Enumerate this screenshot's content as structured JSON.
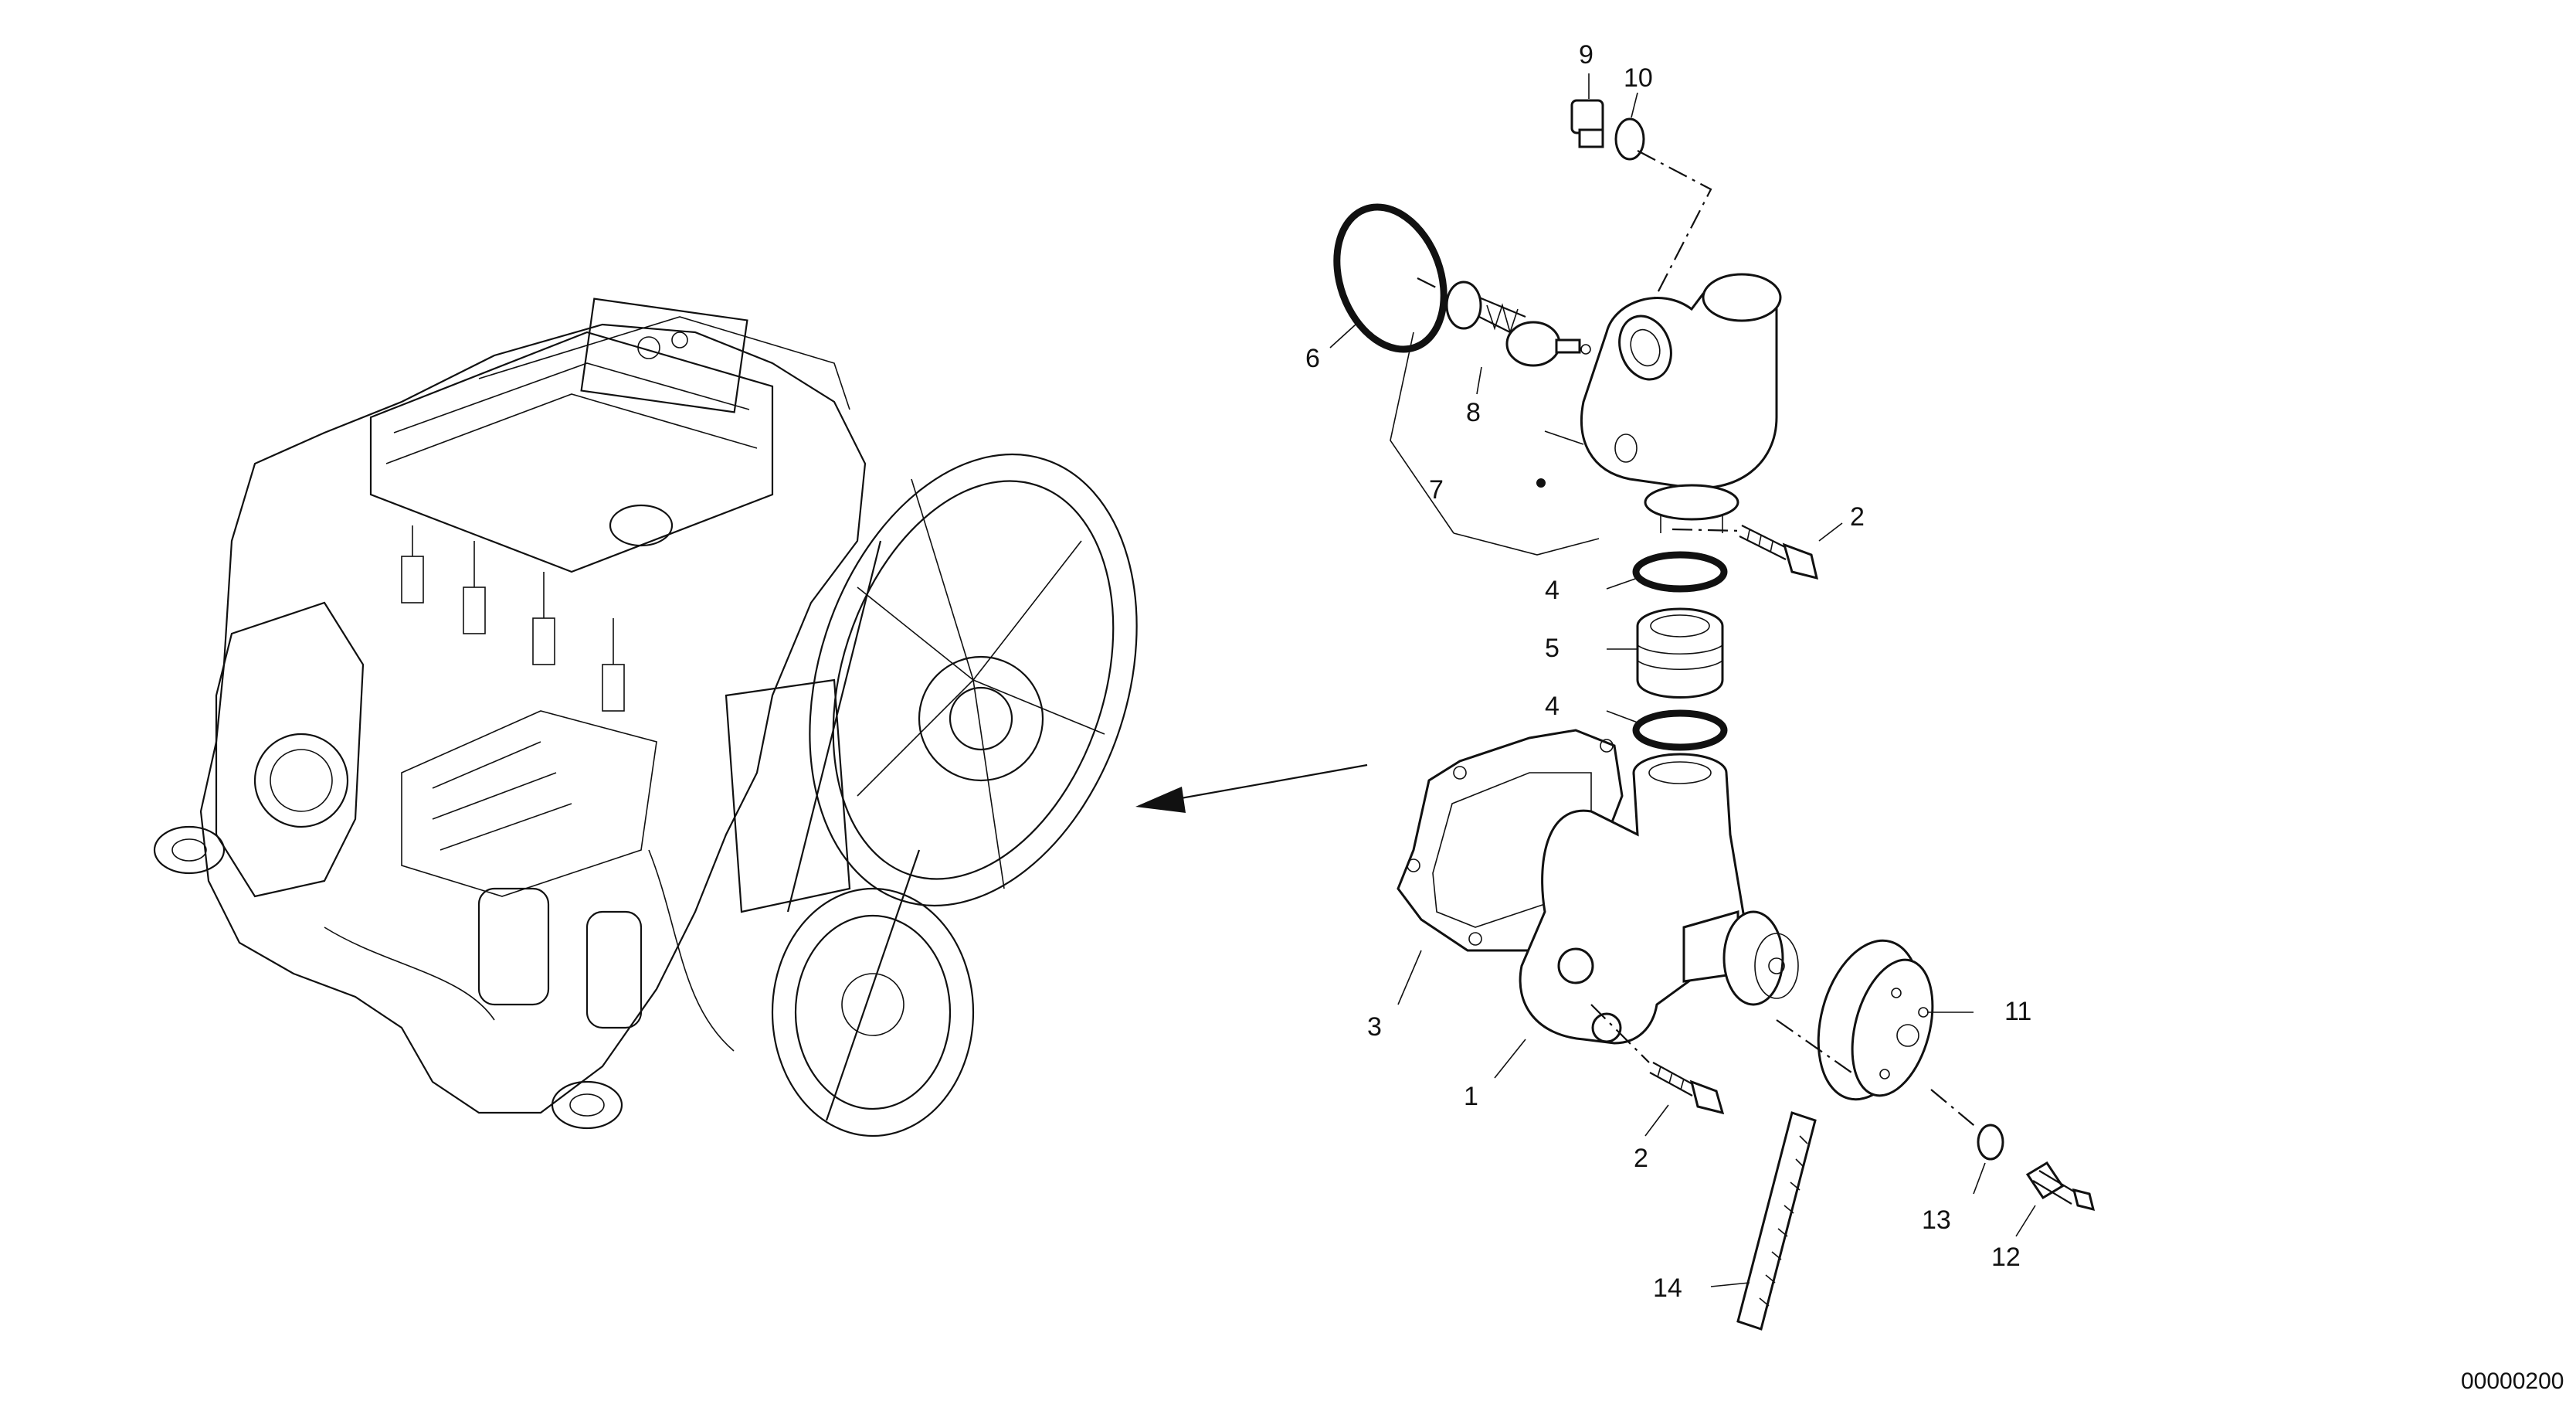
{
  "diagram": {
    "document_id": "00000200",
    "callouts": {
      "c1": "1",
      "c2a": "2",
      "c2b": "2",
      "c3": "3",
      "c4a": "4",
      "c4b": "4",
      "c5": "5",
      "c6": "6",
      "c7": "7",
      "c8": "8",
      "c9": "9",
      "c10": "10",
      "c11": "11",
      "c12": "12",
      "c13": "13",
      "c14": "14"
    }
  }
}
